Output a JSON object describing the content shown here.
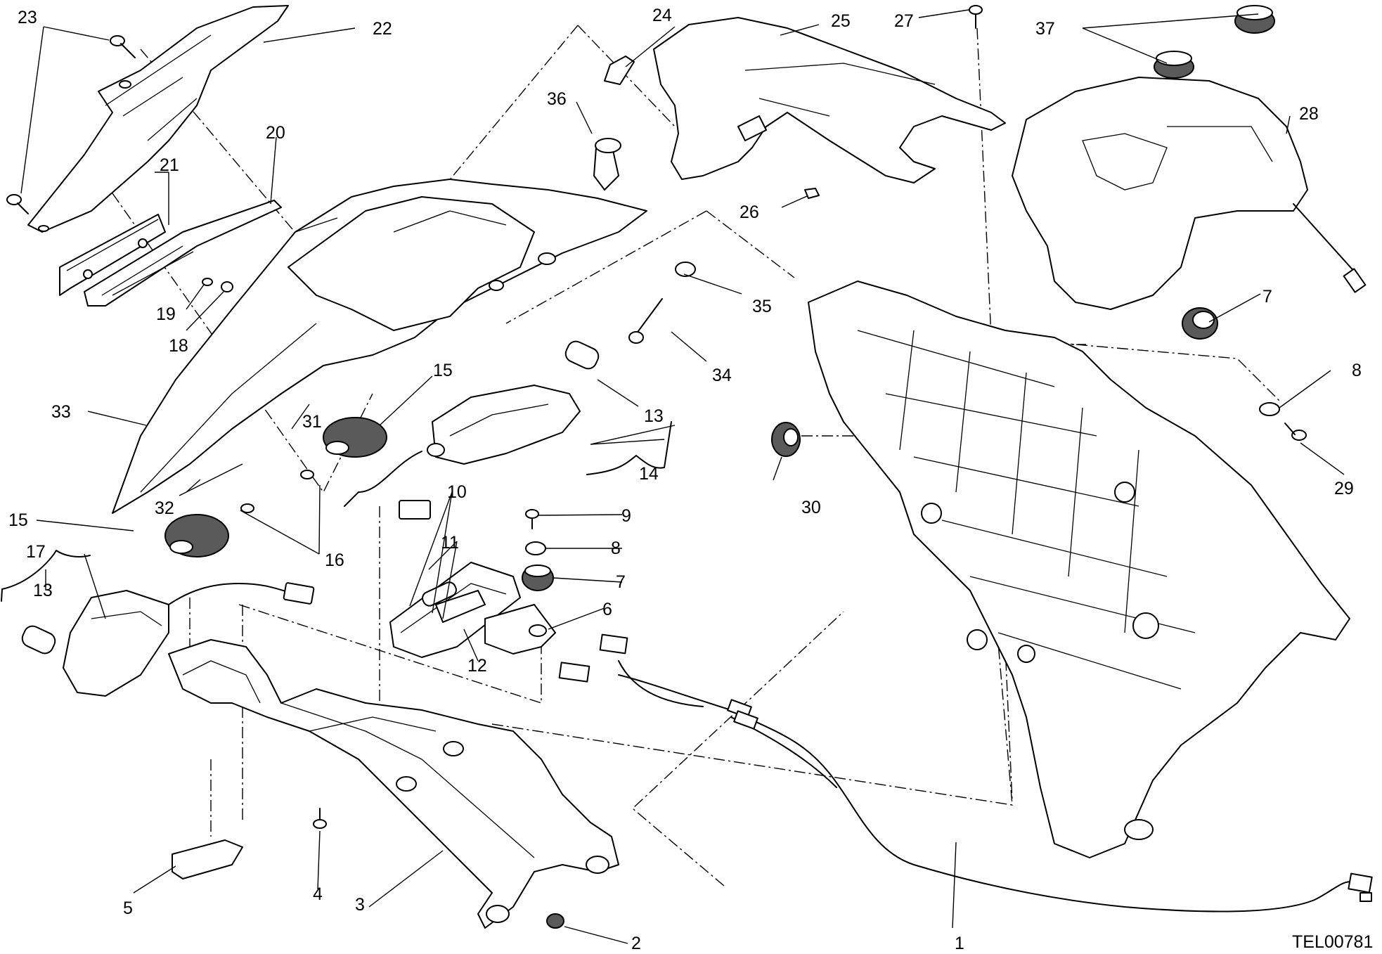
{
  "drawing_code": "TEL00781",
  "labels": [
    {
      "id": "1",
      "text": "1"
    },
    {
      "id": "2",
      "text": "2"
    },
    {
      "id": "3",
      "text": "3"
    },
    {
      "id": "4",
      "text": "4"
    },
    {
      "id": "5",
      "text": "5"
    },
    {
      "id": "6",
      "text": "6"
    },
    {
      "id": "7a",
      "text": "7"
    },
    {
      "id": "7b",
      "text": "7"
    },
    {
      "id": "8a",
      "text": "8"
    },
    {
      "id": "8b",
      "text": "8"
    },
    {
      "id": "9",
      "text": "9"
    },
    {
      "id": "10",
      "text": "10"
    },
    {
      "id": "11",
      "text": "11"
    },
    {
      "id": "12",
      "text": "12"
    },
    {
      "id": "13a",
      "text": "13"
    },
    {
      "id": "13b",
      "text": "13"
    },
    {
      "id": "14",
      "text": "14"
    },
    {
      "id": "15a",
      "text": "15"
    },
    {
      "id": "15b",
      "text": "15"
    },
    {
      "id": "16",
      "text": "16"
    },
    {
      "id": "17",
      "text": "17"
    },
    {
      "id": "18",
      "text": "18"
    },
    {
      "id": "19",
      "text": "19"
    },
    {
      "id": "20",
      "text": "20"
    },
    {
      "id": "21",
      "text": "21"
    },
    {
      "id": "22",
      "text": "22"
    },
    {
      "id": "23",
      "text": "23"
    },
    {
      "id": "24",
      "text": "24"
    },
    {
      "id": "25",
      "text": "25"
    },
    {
      "id": "26",
      "text": "26"
    },
    {
      "id": "27",
      "text": "27"
    },
    {
      "id": "28",
      "text": "28"
    },
    {
      "id": "29",
      "text": "29"
    },
    {
      "id": "30",
      "text": "30"
    },
    {
      "id": "31",
      "text": "31"
    },
    {
      "id": "32",
      "text": "32"
    },
    {
      "id": "33",
      "text": "33"
    },
    {
      "id": "34",
      "text": "34"
    },
    {
      "id": "35",
      "text": "35"
    },
    {
      "id": "36",
      "text": "36"
    },
    {
      "id": "37",
      "text": "37"
    }
  ]
}
